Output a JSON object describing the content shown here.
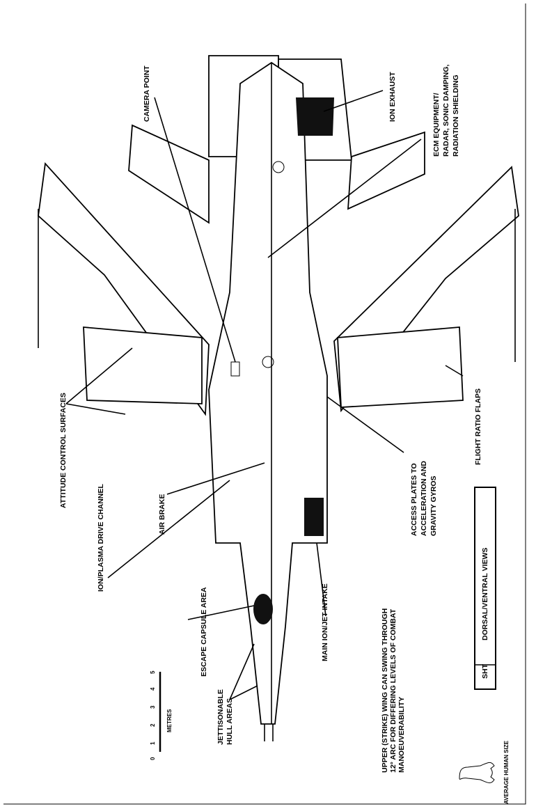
{
  "title": "DORSAL/VENTRAL VIEWS",
  "sheet_label": "SHT",
  "labels": {
    "camera_point": "CAMERA POINT",
    "ion_exhaust": "ION EXHAUST",
    "ecm": [
      "ECM EQUIPMENT/",
      "RADAR, SONIC DAMPING,",
      "RADIATION SHIELDING"
    ],
    "attitude": "ATTITUDE CONTROL SURFACES",
    "flight_ratio": "FLIGHT RATIO FLAPS",
    "plasma": "ION/PLASMA DRIVE CHANNEL",
    "air_brake": "AIR BRAKE",
    "access": [
      "ACCESS PLATES TO",
      "ACCELERATION AND",
      "GRAVITY GYROS"
    ],
    "escape": "ESCAPE CAPSULE AREA",
    "intake": "MAIN ION/JET INTAKE",
    "jettison": [
      "JETTISONABLE",
      "HULL AREAS"
    ],
    "wing_note": [
      "UPPER (STRIKE) WING CAN SWING THROUGH",
      "12° ARC FOR DIFFERING LEVELS OF COMBAT",
      "MANOEUVERABILITY"
    ],
    "human": "AVERAGE HUMAN SIZE"
  },
  "scale": {
    "label": "METRES",
    "ticks": [
      "0",
      "1",
      "2",
      "3",
      "4",
      "5"
    ]
  }
}
